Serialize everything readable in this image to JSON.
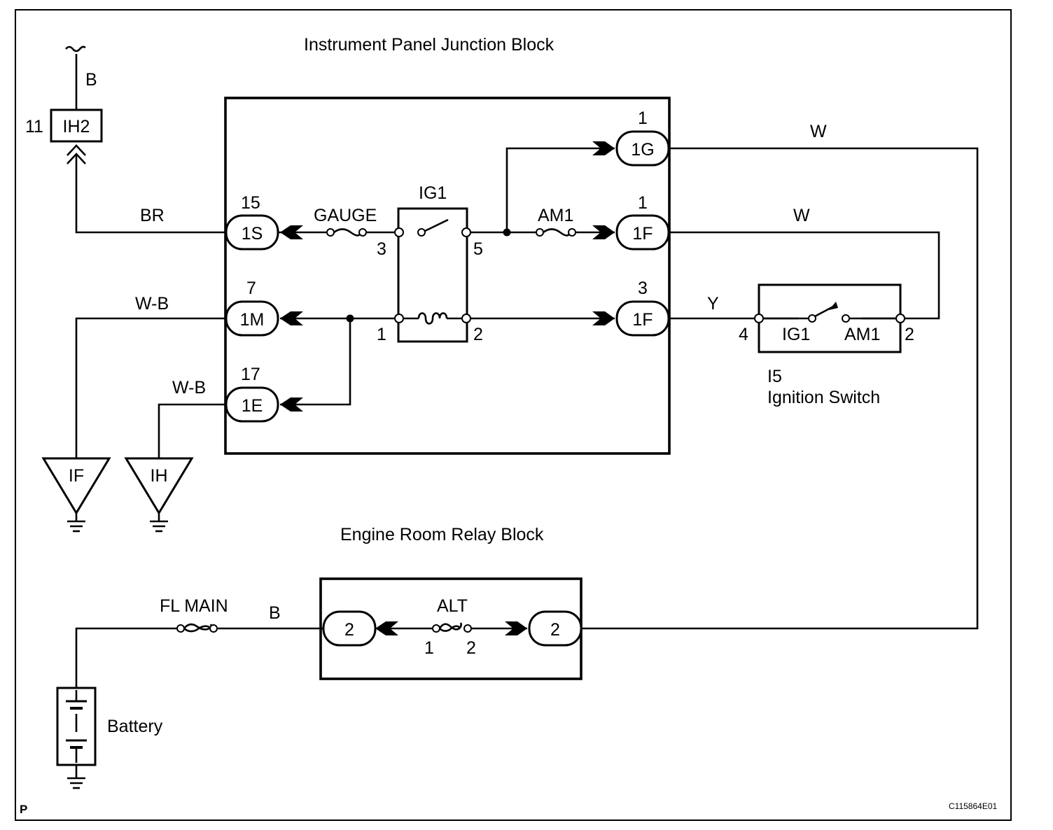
{
  "blocks": {
    "junction": "Instrument Panel Junction Block",
    "relay": "Engine Room Relay Block"
  },
  "connectors": {
    "ih2": {
      "pin": "11",
      "name": "IH2"
    },
    "c1s": {
      "pin": "15",
      "name": "1S"
    },
    "c1m": {
      "pin": "7",
      "name": "1M"
    },
    "c1e": {
      "pin": "17",
      "name": "1E"
    },
    "c1g": {
      "pin": "1",
      "name": "1G"
    },
    "c1f_top": {
      "pin": "1",
      "name": "1F"
    },
    "c1f_bot": {
      "pin": "3",
      "name": "1F"
    },
    "relay_left": {
      "name": "2"
    },
    "relay_right": {
      "name": "2"
    }
  },
  "wires": {
    "b_top": "B",
    "br": "BR",
    "wb_1": "W-B",
    "wb_2": "W-B",
    "w_1": "W",
    "w_2": "W",
    "y": "Y",
    "b_bottom": "B"
  },
  "components": {
    "relay_name": "IG1",
    "relay_pin3": "3",
    "relay_pin5": "5",
    "relay_pin1": "1",
    "relay_pin2": "2",
    "fuse_gauge": "GAUGE",
    "fuse_am1": "AM1",
    "fuse_alt": "ALT",
    "alt_pin1": "1",
    "alt_pin2": "2",
    "fuse_fl_main": "FL MAIN",
    "ground_if": "IF",
    "ground_ih": "IH",
    "battery": "Battery"
  },
  "ignition_switch": {
    "code": "I5",
    "name": "Ignition Switch",
    "pin_left": "4",
    "pin_right": "2",
    "label_ig1": "IG1",
    "label_am1": "AM1"
  },
  "footer": {
    "left_mark": "P",
    "figure_code": "C115864E01"
  }
}
